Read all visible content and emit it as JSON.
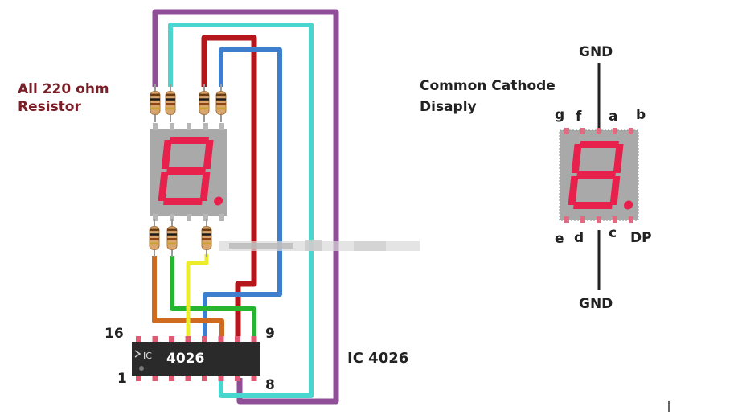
{
  "resistor_note": "All 220 ohm\nResistor",
  "display_title": "Common Cathode\nDisaply",
  "ic": {
    "chip_text": "4026",
    "chip_prefix": "IC",
    "caption": "IC 4026",
    "pins": {
      "p16": "16",
      "p9": "9",
      "p1": "1",
      "p8": "8"
    }
  },
  "segments": {
    "g": "g",
    "f": "f",
    "a": "a",
    "b": "b",
    "e": "e",
    "d": "d",
    "c": "c",
    "dp": "DP"
  },
  "gnd_top": "GND",
  "gnd_bottom": "GND",
  "colors": {
    "purple": "#8f4f97",
    "cyan": "#49d6cf",
    "red": "#b4161c",
    "blue": "#3d7fcc",
    "orange": "#cf6a1e",
    "green": "#27b530",
    "yellow": "#ecec2a",
    "segment_red": "#e8204c",
    "display_body": "#a9a9a9",
    "chip_body": "#2a2a2a"
  }
}
